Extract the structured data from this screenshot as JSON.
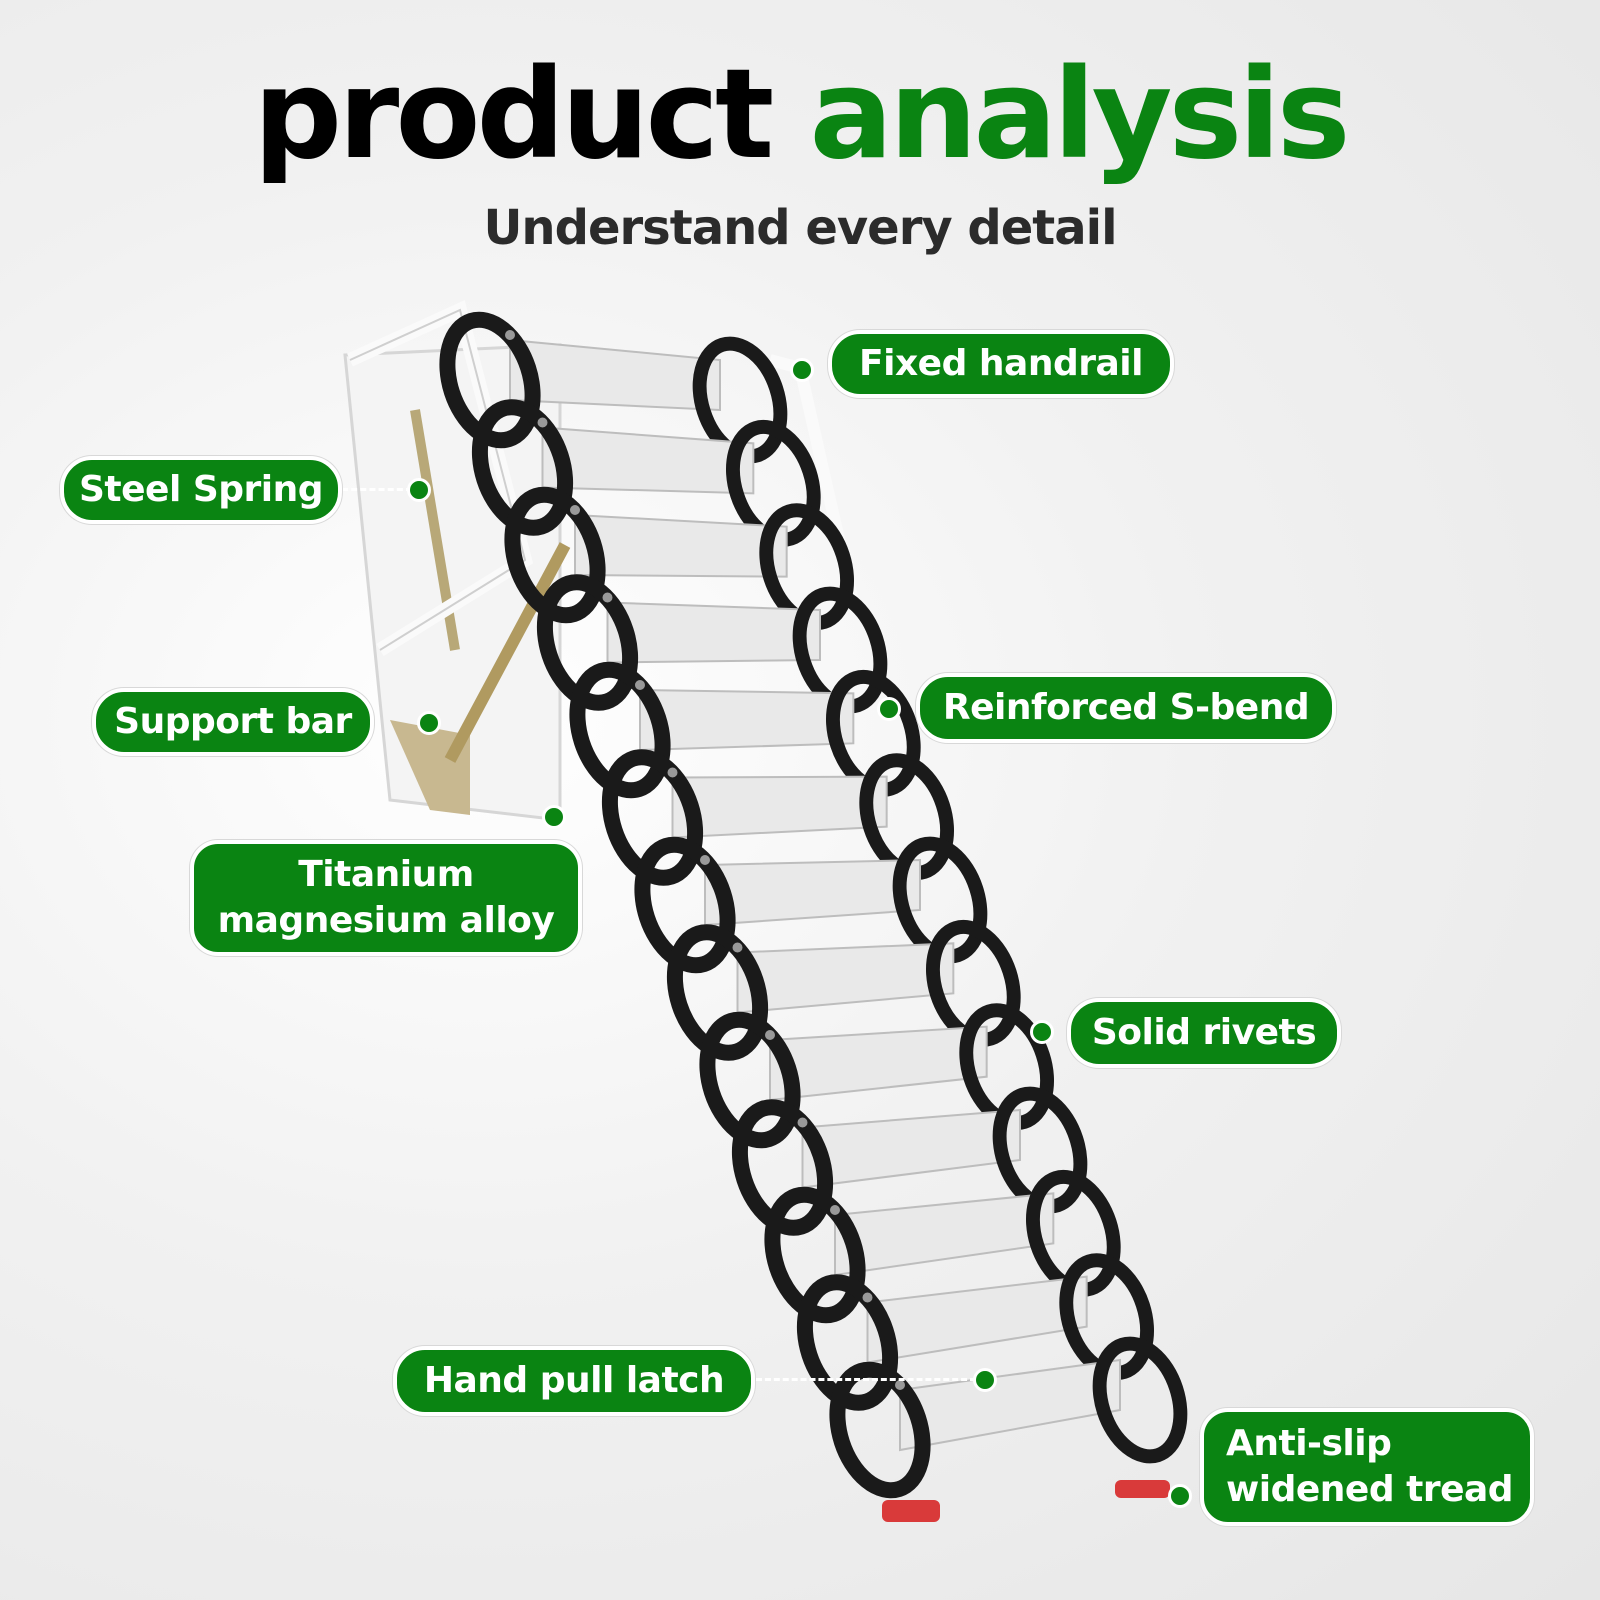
{
  "header": {
    "title_part1": "product",
    "title_part2": "analysis",
    "subtitle": "Understand every detail"
  },
  "colors": {
    "accent": "#0a8412",
    "title": "#000000"
  },
  "labels": {
    "fixed_handrail": "Fixed handrail",
    "steel_spring": "Steel Spring",
    "support_bar": "Support bar",
    "reinforced_s_bend": "Reinforced S-bend",
    "titanium_line1": "Titanium",
    "titanium_line2": "magnesium alloy",
    "solid_rivets": "Solid rivets",
    "hand_pull_latch": "Hand pull latch",
    "anti_slip_line1": "Anti-slip",
    "anti_slip_line2": "widened tread"
  }
}
